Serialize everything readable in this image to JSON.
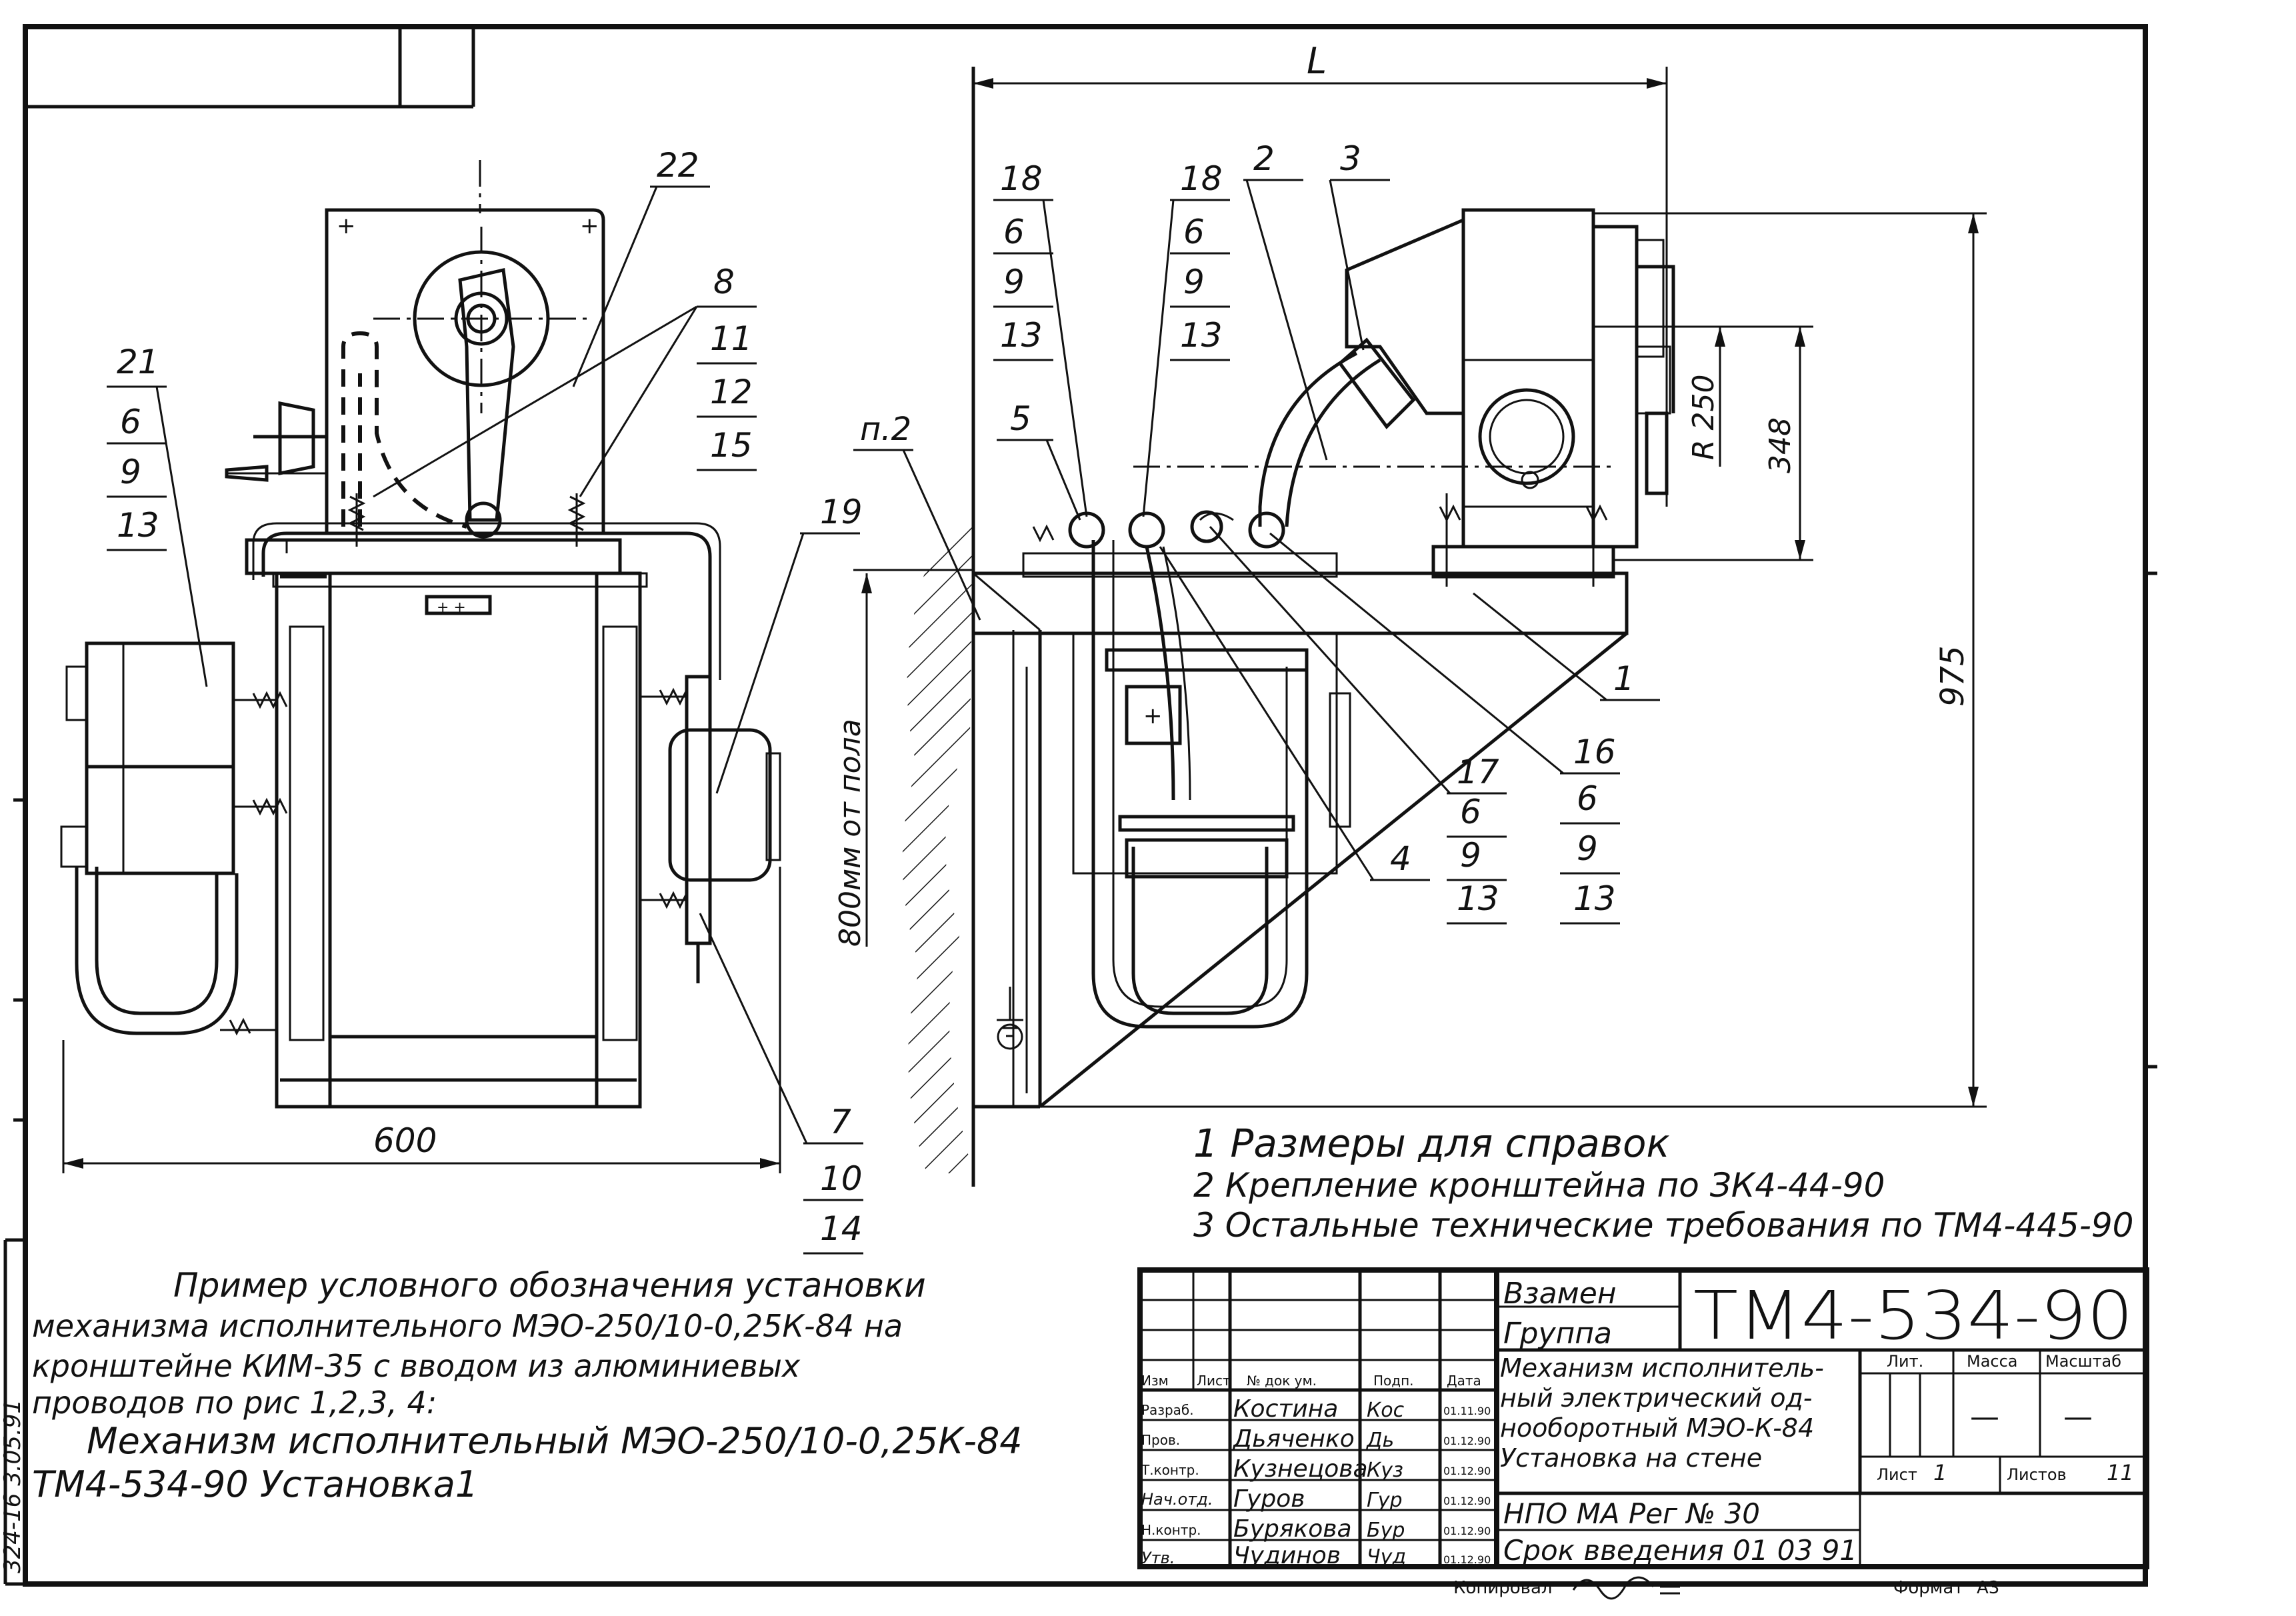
{
  "title_block": {
    "designation": "ТМ4-534-90",
    "zamen_label": "Взамен",
    "gruppa_label": "Группа",
    "product_name": [
      "Механизм исполнитель-",
      "ный электрический од-",
      "нооборотный МЭО-К-84",
      "Установка на стене"
    ],
    "organization": "НПО МА Рег № 30",
    "effective_date": "Срок введения 01 03 91",
    "col_headers": [
      "Изм",
      "Лист",
      "№ док ум.",
      "Подп.",
      "Дата"
    ],
    "roles": [
      "Разраб.",
      "Пров.",
      "Т.контр.",
      "Нач.отд.",
      "Н.контр.",
      "Утв."
    ],
    "names": [
      "Костина",
      "Дьяченко",
      "Кузнецова",
      "Гуров",
      "Бурякова",
      "Чудинов"
    ],
    "signatures": [
      "Кос",
      "Дь",
      "Куз",
      "Гур",
      "Бур",
      "Чуд"
    ],
    "dates": [
      "01.11.90",
      "01.12.90",
      "01.12.90",
      "01.12.90",
      "01.12.90",
      "01.12.90"
    ],
    "lit_label": "Лит.",
    "mass_label": "Масса",
    "scale_label": "Масштаб",
    "mass_value": "—",
    "scale_value": "—",
    "sheet_label": "Лист",
    "sheet_value": "1",
    "sheets_label": "Листов",
    "sheets_value": "11",
    "copied_label": "Копировал",
    "format_label": "Формат",
    "format_value": "А3"
  },
  "side_stamp": "324-16  3.05.91",
  "notes": [
    "1 Размеры для справок",
    "2 Крепление кронштейна по ЗК4-44-90",
    "3 Остальные технические требования по ТМ4-445-90"
  ],
  "example": {
    "lines": [
      "Пример условного обозначения установки",
      "механизма исполнительного МЭО-250/10-0,25К-84 на",
      "кронштейне КИМ-35 с вводом из алюминиевых",
      "проводов по рис 1,2,3, 4:",
      "Механизм исполнительный МЭО-250/10-0,25К-84",
      "ТМ4-534-90 Установка1"
    ]
  },
  "dimensions": {
    "width_600": "600",
    "length_L": "L",
    "height_975": "975",
    "height_348": "348",
    "radius": "R 250",
    "floor": "800мм от пола",
    "note_ref": "п.2"
  },
  "callouts": {
    "c22": "22",
    "c21": [
      "21",
      "6",
      "9",
      "13"
    ],
    "c8": [
      "8",
      "11",
      "12",
      "15"
    ],
    "c19": "19",
    "c7": [
      "7",
      "10",
      "14"
    ],
    "c18a": [
      "18",
      "6",
      "9",
      "13"
    ],
    "c18b": [
      "18",
      "6",
      "9",
      "13"
    ],
    "c2": "2",
    "c3": "3",
    "c5": "5",
    "c1": "1",
    "c4": "4",
    "c17": [
      "17",
      "6",
      "9",
      "13"
    ],
    "c16": [
      "16",
      "6",
      "9",
      "13"
    ]
  }
}
